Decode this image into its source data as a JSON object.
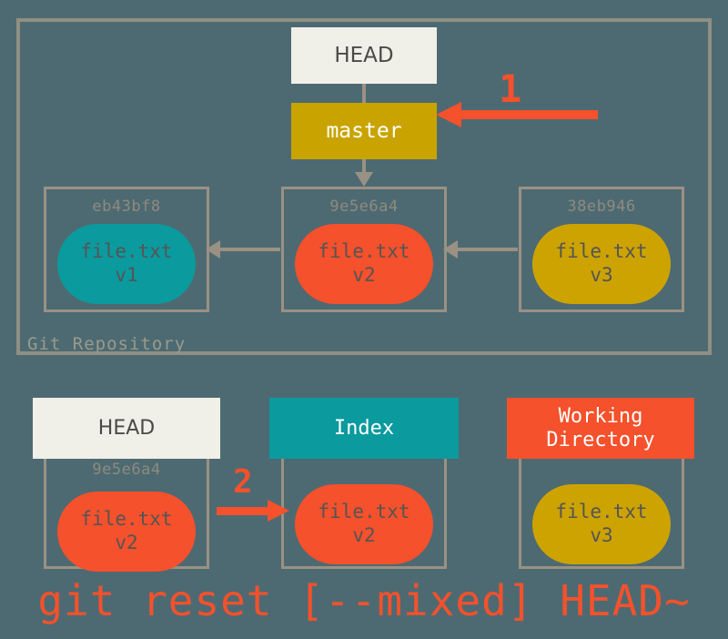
{
  "diagram": {
    "caption": "git reset [--mixed] HEAD~",
    "background_color": "#4d6a72",
    "accent_color": "#f4512c"
  },
  "repository": {
    "label": "Git Repository",
    "head": {
      "label": "HEAD",
      "bg": "#f0efe8"
    },
    "branch": {
      "label": "master",
      "bg": "#c9a400"
    },
    "commits": [
      {
        "hash": "eb43bf8",
        "file": "file.txt",
        "version": "v1",
        "blob_color": "#0b9a9e"
      },
      {
        "hash": "9e5e6a4",
        "file": "file.txt",
        "version": "v2",
        "blob_color": "#f4512c"
      },
      {
        "hash": "38eb946",
        "file": "file.txt",
        "version": "v3",
        "blob_color": "#cca300"
      }
    ]
  },
  "callouts": {
    "one": "1",
    "two": "2"
  },
  "areas": [
    {
      "title": "HEAD",
      "title_bg": "#f0efe8",
      "hash": "9e5e6a4",
      "file": "file.txt",
      "version": "v2",
      "blob_color": "#f4512c"
    },
    {
      "title": "Index",
      "title_bg": "#0b9a9e",
      "hash": "",
      "file": "file.txt",
      "version": "v2",
      "blob_color": "#f4512c"
    },
    {
      "title_line1": "Working",
      "title_line2": "Directory",
      "title_bg": "#f4512c",
      "hash": "",
      "file": "file.txt",
      "version": "v3",
      "blob_color": "#cca300"
    }
  ]
}
